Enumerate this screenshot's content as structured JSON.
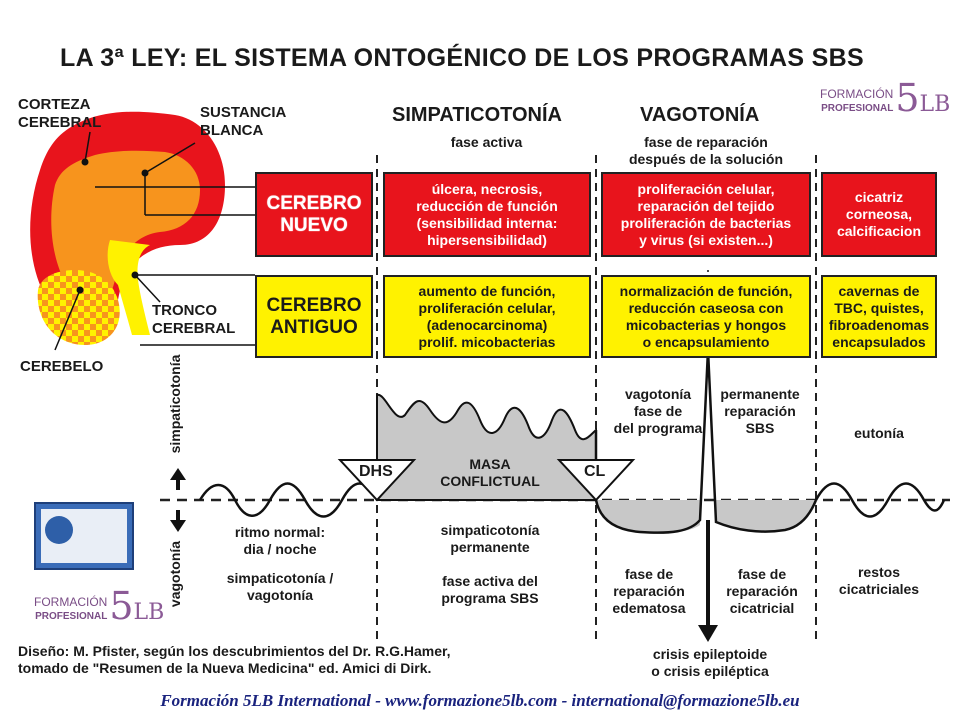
{
  "title": "LA 3ª LEY:  EL SISTEMA ONTOGÉNICO DE LOS PROGRAMAS SBS",
  "brain_labels": {
    "corteza": "CORTEZA\nCEREBRAL",
    "sustancia": "SUSTANCIA\nBLANCA",
    "tronco": "TRONCO\nCEREBRAL",
    "cerebelo": "CEREBELO"
  },
  "phases": {
    "simp_title": "SIMPATICOTONÍA",
    "simp_sub": "fase activa",
    "vago_title": "VAGOTONÍA",
    "vago_sub": "fase de reparación\ndespués de la solución"
  },
  "rows": {
    "nuevo_label": "CEREBRO\nNUEVO",
    "antiguo_label": "CEREBRO\nANTIGUO",
    "nuevo_active": "úlcera, necrosis,\nreducción de función\n(sensibilidad interna:\nhipersensibilidad)",
    "nuevo_repair": "proliferación celular,\nreparación del tejido\nproliferación de bacterias\ny virus (si existen...)",
    "nuevo_end": "cicatriz\ncorneosa,\ncalcificacion",
    "antiguo_active": "aumento de función,\nproliferación celular,\n(adenocarcinoma)\nprolif. micobacterias",
    "antiguo_repair": "normalización de función,\nreducción caseosa con\nmicobacterias y hongos\no encapsulamiento",
    "antiguo_end": "cavernas de\nTBC, quistes,\nfibroadenomas\nencapsulados"
  },
  "axis": {
    "up": "simpaticotonía",
    "down": "vagotonía"
  },
  "markers": {
    "dhs": "DHS",
    "cl": "CL",
    "masa": "MASA\nCONFLICTUAL"
  },
  "annotations": {
    "vago_perm_left": "vagotonía\nfase de\ndel programa",
    "vago_perm_right": "permanente\nreparación\nSBS",
    "eutonia": "eutonía",
    "ritmo": "ritmo normal:\ndia / noche",
    "simp_vago": "simpaticotonía /\nvagotonía",
    "simp_perm": "simpaticotonía\npermanente",
    "fase_activa": "fase activa del\nprograma SBS",
    "edematosa": "fase de\nreparación\nedematosa",
    "cicatricial": "fase de\nreparación\ncicatricial",
    "restos": "restos\ncicatriciales",
    "crisis": "crisis epileptoide\no crisis epiléptica"
  },
  "credit": "Diseño: M. Pfister, según los descubrimientos del Dr. R.G.Hamer,\ntomado de \"Resumen de la Nueva Medicina\" ed. Amici di Dirk.",
  "footer": "Formación 5LB International - www.formazione5lb.com - international@formazione5lb.eu",
  "logo": {
    "line1": "FORMACIÓN",
    "line2": "PROFESIONAL",
    "mark": "5LB"
  },
  "colors": {
    "red": "#e8141c",
    "yellow": "#fff200",
    "orange": "#f7941d",
    "gray": "#c8c8c8",
    "purple": "#8b5a96",
    "navy": "#1a237e"
  }
}
